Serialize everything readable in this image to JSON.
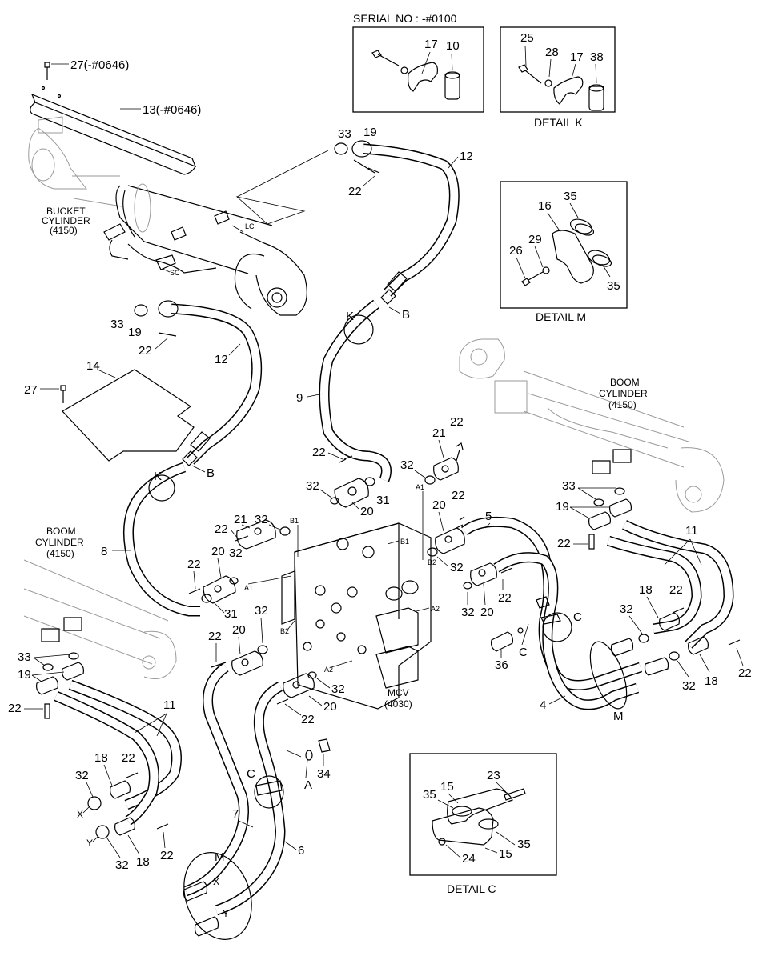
{
  "detail_boxes": {
    "serial": {
      "title": "SERIAL NO : -#0100",
      "parts": [
        "17",
        "10"
      ]
    },
    "detail_k": {
      "title": "DETAIL K",
      "parts": [
        "25",
        "28",
        "17",
        "38"
      ]
    },
    "detail_m": {
      "title": "DETAIL M",
      "parts": [
        "16",
        "35",
        "29",
        "26",
        "35"
      ]
    },
    "detail_c": {
      "title": "DETAIL C",
      "parts": [
        "15",
        "23",
        "35",
        "35",
        "24",
        "15"
      ]
    }
  },
  "components": {
    "bucket_cylinder": {
      "line1": "BUCKET",
      "line2": "CYLINDER",
      "line3": "(4150)"
    },
    "boom_cylinder_right": {
      "line1": "BOOM",
      "line2": "CYLINDER",
      "line3": "(4150)"
    },
    "boom_cylinder_left": {
      "line1": "BOOM",
      "line2": "CYLINDER",
      "line3": "(4150)"
    },
    "mcv": {
      "line1": "MCV",
      "line2": "(4030)"
    }
  },
  "port_labels": {
    "lc": "LC",
    "sc": "SC",
    "a1_top": "A1",
    "b1_top": "B1",
    "b1_right": "B1",
    "b2_right": "B2",
    "a1_left": "A1",
    "b2_left": "B2",
    "a2_right": "A2",
    "a2_bottom": "A2"
  },
  "callouts": {
    "c27_top": "27(-#0646)",
    "c13": "13(-#0646)",
    "c33_top": "33",
    "c19_top": "19",
    "c22_top": "22",
    "c12_top": "12",
    "c33_left": "33",
    "c19_left": "19",
    "c22_left": "22",
    "c12_left": "12",
    "c14": "14",
    "c27_left": "27",
    "cK_top": "K",
    "cB_top": "B",
    "c9": "9",
    "cK_left": "K",
    "cB_left": "B",
    "c8": "8",
    "c22_m1": "22",
    "c31_m1": "31",
    "c32_m1": "32",
    "c20_m1": "20",
    "c21_r": "21",
    "c22_r": "22",
    "c32_r": "32",
    "c21_l": "21",
    "c32_l": "32",
    "c22_l": "22",
    "c20_l": "20",
    "c32_l2": "32",
    "c22_l2": "22",
    "c31_l": "31",
    "c5": "5",
    "c22_r2": "22",
    "c20_r2": "20",
    "c32_r2": "32",
    "c22_r3": "22",
    "c32_r3": "32",
    "c20_r3": "20",
    "c32_mid": "32",
    "c22_mid": "22",
    "c20_mid": "20",
    "c32_mcv": "32",
    "c20_mcv": "20",
    "c22_mcv": "22",
    "c36": "36",
    "cC_mid": "C",
    "cC_right": "C",
    "c33_br": "33",
    "c19_br": "19",
    "c22_br": "22",
    "c11_br": "11",
    "c18_br": "18",
    "c22_br2": "22",
    "c32_br": "32",
    "c32_br2": "32",
    "c18_br2": "18",
    "c22_br3": "22",
    "c4": "4",
    "cM_right": "M",
    "c33_bl": "33",
    "c19_bl": "19",
    "c22_bl": "22",
    "c11_bl": "11",
    "c18_bl": "18",
    "c22_bl2": "22",
    "c32_bl": "32",
    "cX": "X",
    "cY": "Y",
    "c32_bl2": "32",
    "c18_bl2": "18",
    "c22_bl3": "22",
    "cC_bottom": "C",
    "cA": "A",
    "c34": "34",
    "c7": "7",
    "c6": "6",
    "cM_bottom": "M"
  }
}
